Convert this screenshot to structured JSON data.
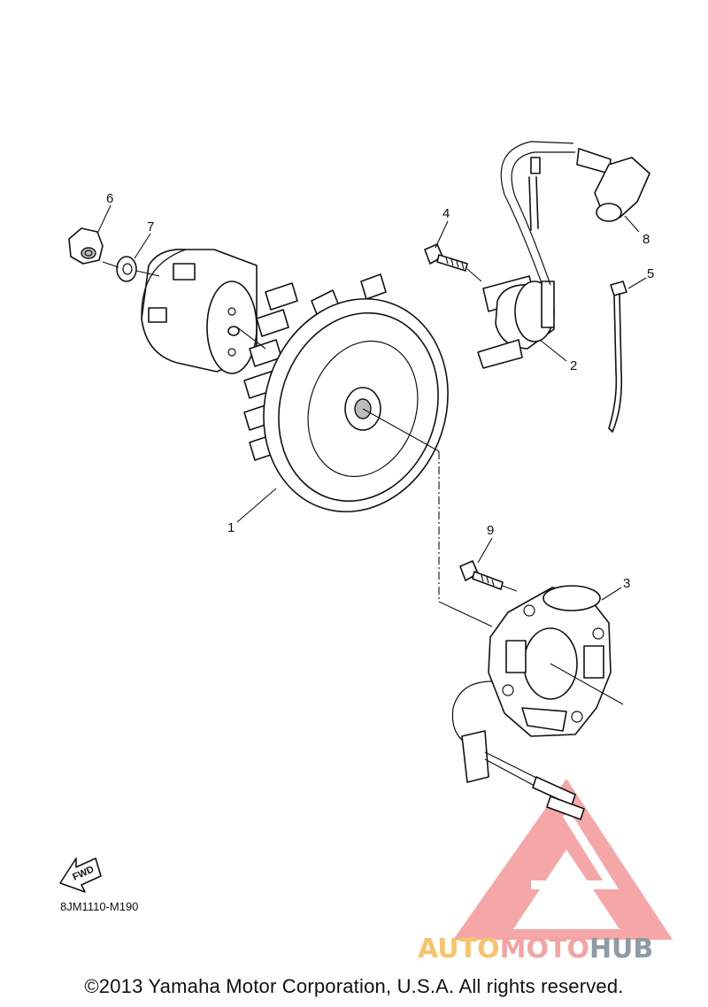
{
  "callouts": [
    "1",
    "2",
    "3",
    "4",
    "5",
    "6",
    "7",
    "8",
    "9"
  ],
  "fwd_label": "FWD",
  "diagram_code": "8JM1110-M190",
  "copyright": "©2013 Yamaha Motor Corporation, U.S.A. All rights reserved.",
  "watermark": {
    "part1": "AUTO",
    "part2": "MOTO",
    "part3": "HUB",
    "colors": {
      "auto": "#f7c46a",
      "moto": "#f4a3a3",
      "hub": "#8f9aa6",
      "logo": "#f28a8a"
    }
  }
}
